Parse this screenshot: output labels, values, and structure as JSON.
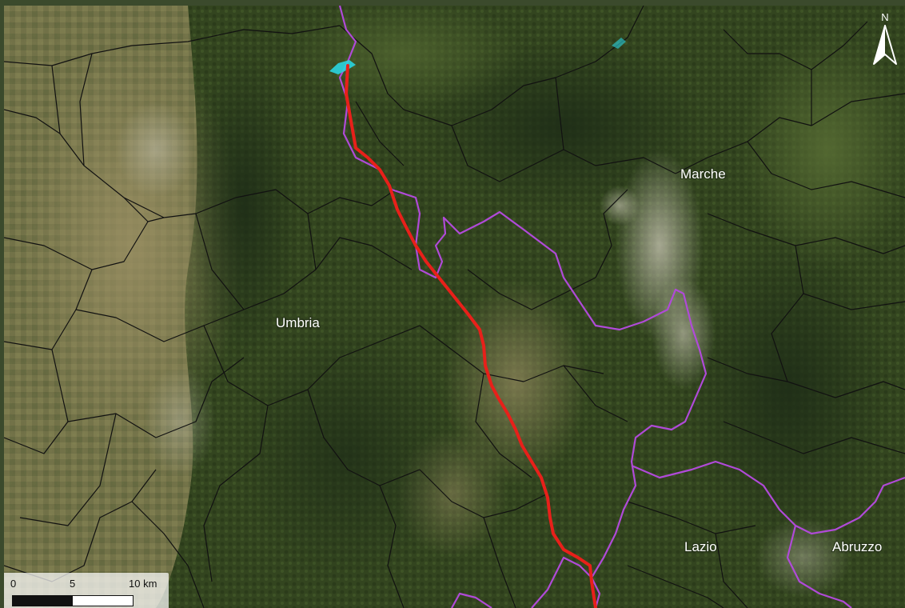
{
  "map": {
    "labels": {
      "marche": "Marche",
      "umbria": "Umbria",
      "lazio": "Lazio",
      "abruzzo": "Abruzzo"
    },
    "north_arrow": "N",
    "scale": {
      "tick_0": "0",
      "tick_5": "5",
      "tick_10": "10 km"
    }
  },
  "colors": {
    "route": "#e8201a",
    "regional_border": "#b04ad8",
    "municipal_border": "#111111",
    "water_highlight": "#2ad4e0"
  }
}
